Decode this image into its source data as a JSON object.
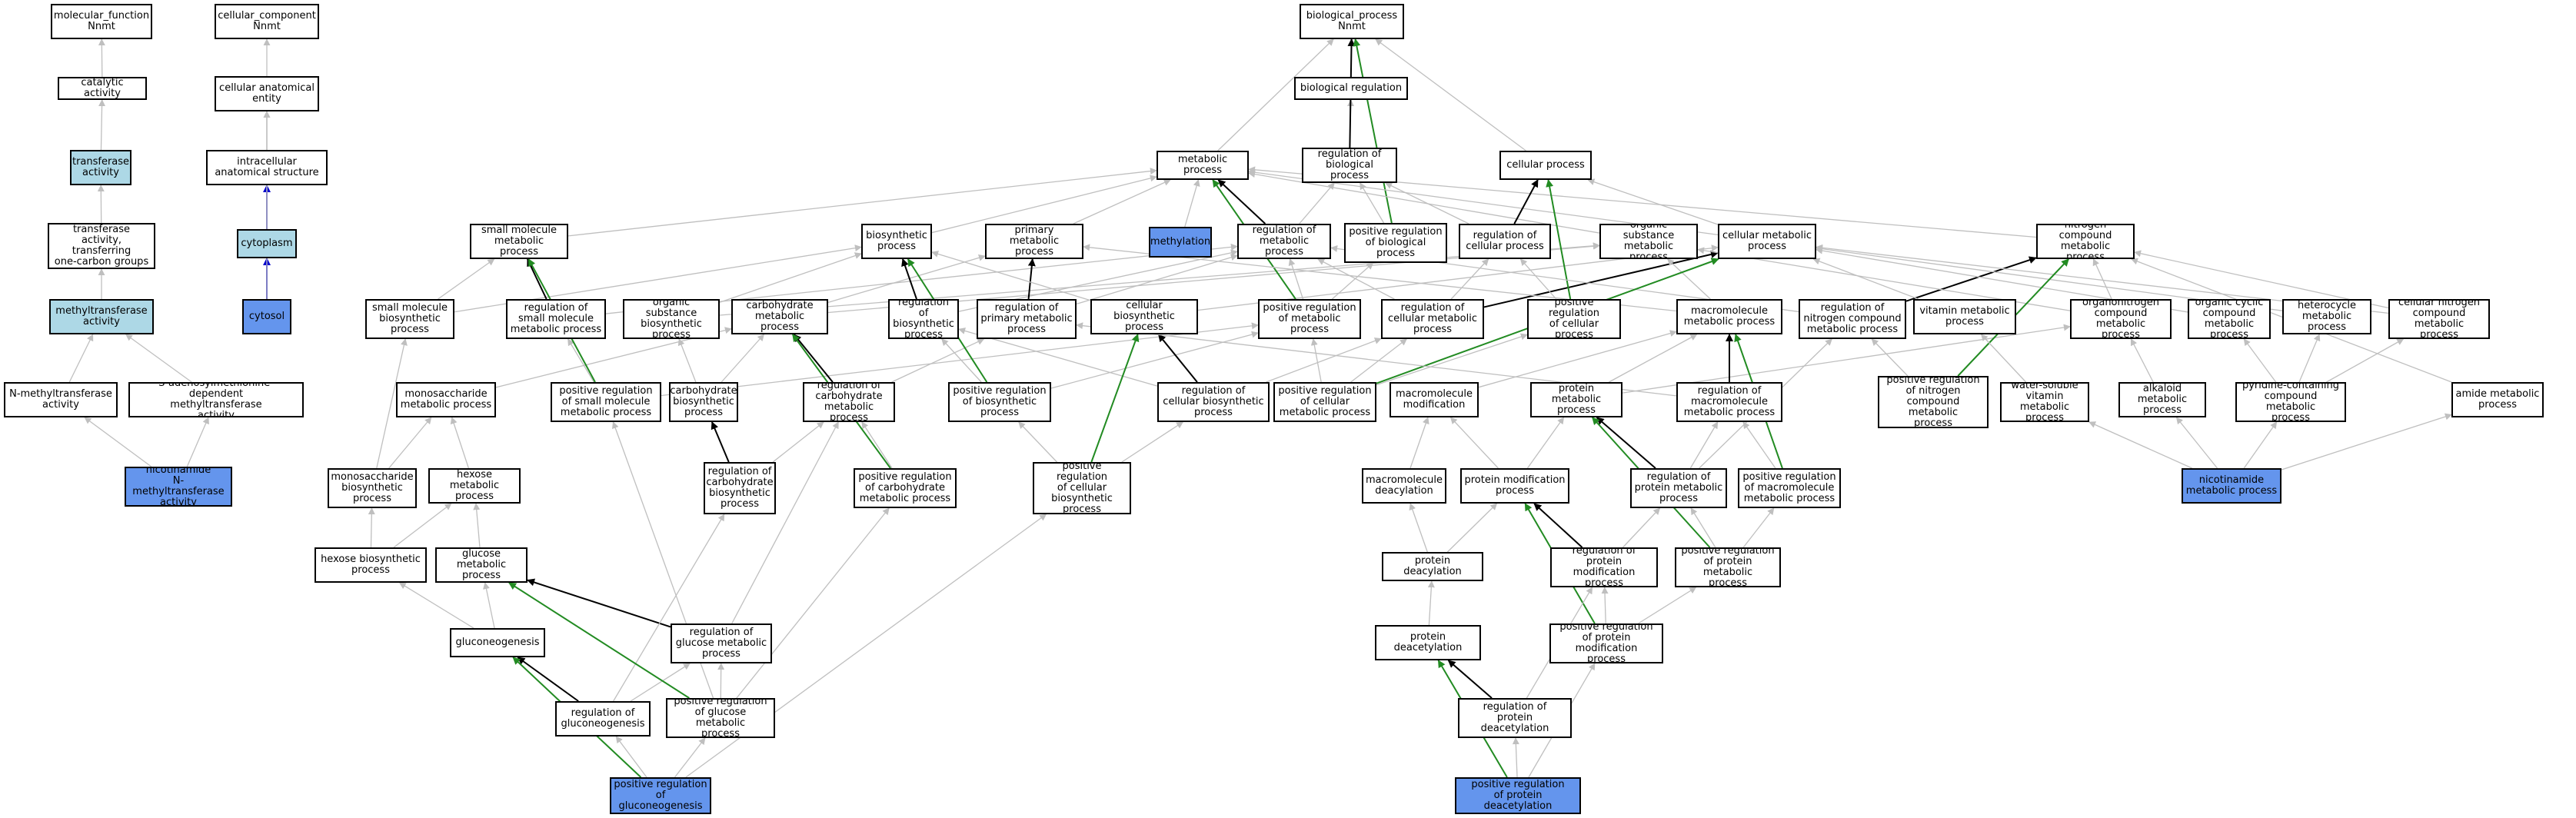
{
  "colors": {
    "gray": "#bfbfbf",
    "black": "#000000",
    "green": "#228b22",
    "blue": "#0000cc",
    "light": "#add8e6",
    "highlight": "#6495ed"
  },
  "nodes": [
    {
      "id": "mf",
      "label": "molecular_function\nNnmt"
    },
    {
      "id": "cc",
      "label": "cellular_component\nNnmt"
    },
    {
      "id": "cat",
      "label": "catalytic activity"
    },
    {
      "id": "cae",
      "label": "cellular anatomical\nentity"
    },
    {
      "id": "ta",
      "label": "transferase\nactivity",
      "style": "light"
    },
    {
      "id": "ias",
      "label": "intracellular\nanatomical structure"
    },
    {
      "id": "tatocg",
      "label": "transferase\nactivity, transferring\none-carbon groups"
    },
    {
      "id": "cyto",
      "label": "cytoplasm",
      "style": "light"
    },
    {
      "id": "mta",
      "label": "methyltransferase\nactivity",
      "style": "light"
    },
    {
      "id": "cytosol",
      "label": "cytosol",
      "style": "blue"
    },
    {
      "id": "nmta",
      "label": "N-methyltransferase\nactivity"
    },
    {
      "id": "samdmta",
      "label": "S-adenosylmethionine-dependent\nmethyltransferase\nactivity"
    },
    {
      "id": "nnmta",
      "label": "nicotinamide\nN-methyltransferase\nactivity",
      "style": "blue"
    },
    {
      "id": "bp",
      "label": "biological_process\nNnmt"
    },
    {
      "id": "breg",
      "label": "biological regulation"
    },
    {
      "id": "metp",
      "label": "metabolic process"
    },
    {
      "id": "rbp",
      "label": "regulation of\nbiological process"
    },
    {
      "id": "cellp",
      "label": "cellular process"
    },
    {
      "id": "smmp",
      "label": "small molecule\nmetabolic process"
    },
    {
      "id": "biosp",
      "label": "biosynthetic\nprocess"
    },
    {
      "id": "pmp",
      "label": "primary metabolic\nprocess"
    },
    {
      "id": "methyl",
      "label": "methylation",
      "style": "blue"
    },
    {
      "id": "rmp",
      "label": "regulation of\nmetabolic process"
    },
    {
      "id": "prbp",
      "label": "positive regulation\nof biological\nprocess"
    },
    {
      "id": "rcp",
      "label": "regulation of\ncellular process"
    },
    {
      "id": "osmp",
      "label": "organic substance\nmetabolic process"
    },
    {
      "id": "cmp",
      "label": "cellular metabolic\nprocess"
    },
    {
      "id": "ncmp",
      "label": "nitrogen compound\nmetabolic process"
    },
    {
      "id": "smbp",
      "label": "small molecule\nbiosynthetic\nprocess"
    },
    {
      "id": "rsmmp",
      "label": "regulation of\nsmall molecule\nmetabolic process"
    },
    {
      "id": "osbp",
      "label": "organic substance\nbiosynthetic\nprocess"
    },
    {
      "id": "carbmp",
      "label": "carbohydrate\nmetabolic process"
    },
    {
      "id": "rbiosp",
      "label": "regulation of\nbiosynthetic\nprocess"
    },
    {
      "id": "rpmp",
      "label": "regulation of\nprimary metabolic\nprocess"
    },
    {
      "id": "cbiosp",
      "label": "cellular biosynthetic\nprocess"
    },
    {
      "id": "prmp",
      "label": "positive regulation\nof metabolic\nprocess"
    },
    {
      "id": "rcmp",
      "label": "regulation of\ncellular metabolic\nprocess"
    },
    {
      "id": "prcp",
      "label": "positive regulation\nof cellular\nprocess"
    },
    {
      "id": "macmp",
      "label": "macromolecule\nmetabolic process"
    },
    {
      "id": "rncmp",
      "label": "regulation of\nnitrogen compound\nmetabolic process"
    },
    {
      "id": "vitmp",
      "label": "vitamin metabolic\nprocess"
    },
    {
      "id": "oncmp",
      "label": "organonitrogen\ncompound metabolic\nprocess"
    },
    {
      "id": "occmp",
      "label": "organic cyclic\ncompound metabolic\nprocess"
    },
    {
      "id": "hetmp",
      "label": "heterocycle\nmetabolic process"
    },
    {
      "id": "cncmp",
      "label": "cellular nitrogen\ncompound metabolic\nprocess"
    },
    {
      "id": "monomp",
      "label": "monosaccharide\nmetabolic process"
    },
    {
      "id": "prsmmp",
      "label": "positive regulation\nof small molecule\nmetabolic process"
    },
    {
      "id": "carbbp",
      "label": "carbohydrate\nbiosynthetic\nprocess"
    },
    {
      "id": "rcarbmp",
      "label": "regulation of\ncarbohydrate\nmetabolic process"
    },
    {
      "id": "prbiosp",
      "label": "positive regulation\nof biosynthetic\nprocess"
    },
    {
      "id": "rcbiosp",
      "label": "regulation of\ncellular biosynthetic\nprocess"
    },
    {
      "id": "prcmp",
      "label": "positive regulation\nof cellular\nmetabolic process"
    },
    {
      "id": "macmod",
      "label": "macromolecule\nmodification"
    },
    {
      "id": "protmp",
      "label": "protein metabolic\nprocess"
    },
    {
      "id": "rmacmp",
      "label": "regulation of\nmacromolecule\nmetabolic process"
    },
    {
      "id": "prncmp",
      "label": "positive regulation\nof nitrogen\ncompound metabolic\nprocess"
    },
    {
      "id": "wsvmp",
      "label": "water-soluble\nvitamin metabolic\nprocess"
    },
    {
      "id": "alkmp",
      "label": "alkaloid metabolic\nprocess"
    },
    {
      "id": "pyrmp",
      "label": "pyridine-containing\ncompound metabolic\nprocess"
    },
    {
      "id": "amidemp",
      "label": "amide metabolic\nprocess"
    },
    {
      "id": "monobp",
      "label": "monosaccharide\nbiosynthetic\nprocess"
    },
    {
      "id": "hexmp",
      "label": "hexose metabolic\nprocess"
    },
    {
      "id": "rcarbbp",
      "label": "regulation of\ncarbohydrate\nbiosynthetic\nprocess"
    },
    {
      "id": "prcarbmp",
      "label": "positive regulation\nof carbohydrate\nmetabolic process"
    },
    {
      "id": "prcbiosp",
      "label": "positive regulation\nof cellular\nbiosynthetic\nprocess"
    },
    {
      "id": "macdeac",
      "label": "macromolecule\ndeacylation"
    },
    {
      "id": "protmod",
      "label": "protein modification\nprocess"
    },
    {
      "id": "rprotmp",
      "label": "regulation of\nprotein metabolic\nprocess"
    },
    {
      "id": "prmacmp",
      "label": "positive regulation\nof macromolecule\nmetabolic process"
    },
    {
      "id": "nicmp",
      "label": "nicotinamide\nmetabolic process",
      "style": "blue"
    },
    {
      "id": "hexbp",
      "label": "hexose biosynthetic\nprocess"
    },
    {
      "id": "glucmp",
      "label": "glucose metabolic\nprocess"
    },
    {
      "id": "protdeac",
      "label": "protein deacylation"
    },
    {
      "id": "rprotmod",
      "label": "regulation of\nprotein modification\nprocess"
    },
    {
      "id": "prprotmp",
      "label": "positive regulation\nof protein metabolic\nprocess"
    },
    {
      "id": "glucneo",
      "label": "gluconeogenesis"
    },
    {
      "id": "rglucmp",
      "label": "regulation of\nglucose metabolic\nprocess"
    },
    {
      "id": "protdeacet",
      "label": "protein deacetylation"
    },
    {
      "id": "prprotmod",
      "label": "positive regulation\nof protein modification\nprocess"
    },
    {
      "id": "rgluconeo",
      "label": "regulation of\ngluconeogenesis"
    },
    {
      "id": "prglucmp",
      "label": "positive regulation\nof glucose metabolic\nprocess"
    },
    {
      "id": "rprotdeac",
      "label": "regulation of\nprotein deacetylation"
    },
    {
      "id": "prgluconeo",
      "label": "positive regulation\nof gluconeogenesis",
      "style": "blue"
    },
    {
      "id": "prprotdeac",
      "label": "positive regulation\nof protein deacetylation",
      "style": "blue"
    }
  ],
  "edges": [
    [
      "cat",
      "mf",
      "gray"
    ],
    [
      "ta",
      "cat",
      "gray"
    ],
    [
      "tatocg",
      "ta",
      "gray"
    ],
    [
      "mta",
      "tatocg",
      "gray"
    ],
    [
      "nmta",
      "mta",
      "gray"
    ],
    [
      "samdmta",
      "mta",
      "gray"
    ],
    [
      "nnmta",
      "nmta",
      "gray"
    ],
    [
      "nnmta",
      "samdmta",
      "gray"
    ],
    [
      "cae",
      "cc",
      "gray"
    ],
    [
      "ias",
      "cae",
      "gray"
    ],
    [
      "cyto",
      "ias",
      "blue"
    ],
    [
      "cyto",
      "cae",
      "gray"
    ],
    [
      "cytosol",
      "cyto",
      "blue"
    ],
    [
      "cytosol",
      "cae",
      "gray"
    ],
    [
      "breg",
      "bp",
      "gray"
    ],
    [
      "metp",
      "bp",
      "gray"
    ],
    [
      "rbp",
      "breg",
      "gray"
    ],
    [
      "rbp",
      "bp",
      "black"
    ],
    [
      "cellp",
      "bp",
      "gray"
    ],
    [
      "prbp",
      "bp",
      "green"
    ],
    [
      "prbp",
      "rbp",
      "gray"
    ],
    [
      "smmp",
      "metp",
      "gray"
    ],
    [
      "methyl",
      "metp",
      "gray"
    ],
    [
      "rmp",
      "metp",
      "black"
    ],
    [
      "rmp",
      "rbp",
      "gray"
    ],
    [
      "pmp",
      "metp",
      "gray"
    ],
    [
      "biosp",
      "metp",
      "gray"
    ],
    [
      "osmp",
      "metp",
      "gray"
    ],
    [
      "cmp",
      "metp",
      "gray"
    ],
    [
      "cmp",
      "cellp",
      "gray"
    ],
    [
      "ncmp",
      "metp",
      "gray"
    ],
    [
      "rcp",
      "cellp",
      "black"
    ],
    [
      "rcp",
      "rbp",
      "gray"
    ],
    [
      "smbp",
      "smmp",
      "gray"
    ],
    [
      "smbp",
      "biosp",
      "gray"
    ],
    [
      "rsmmp",
      "smmp",
      "black"
    ],
    [
      "rsmmp",
      "rmp",
      "gray"
    ],
    [
      "osbp",
      "osmp",
      "gray"
    ],
    [
      "osbp",
      "biosp",
      "gray"
    ],
    [
      "carbmp",
      "pmp",
      "gray"
    ],
    [
      "carbmp",
      "osmp",
      "gray"
    ],
    [
      "rbiosp",
      "biosp",
      "black"
    ],
    [
      "rbiosp",
      "rmp",
      "gray"
    ],
    [
      "rpmp",
      "pmp",
      "black"
    ],
    [
      "rpmp",
      "rmp",
      "gray"
    ],
    [
      "cbiosp",
      "biosp",
      "gray"
    ],
    [
      "cbiosp",
      "cmp",
      "gray"
    ],
    [
      "prmp",
      "rmp",
      "gray"
    ],
    [
      "prmp",
      "metp",
      "green"
    ],
    [
      "prmp",
      "prbp",
      "gray"
    ],
    [
      "rcmp",
      "cmp",
      "black"
    ],
    [
      "rcmp",
      "rmp",
      "gray"
    ],
    [
      "rcmp",
      "rcp",
      "gray"
    ],
    [
      "prcp",
      "cellp",
      "green"
    ],
    [
      "prcp",
      "rcp",
      "gray"
    ],
    [
      "macmp",
      "pmp",
      "gray"
    ],
    [
      "macmp",
      "osmp",
      "gray"
    ],
    [
      "rncmp",
      "ncmp",
      "black"
    ],
    [
      "rncmp",
      "rmp",
      "gray"
    ],
    [
      "vitmp",
      "cmp",
      "gray"
    ],
    [
      "oncmp",
      "ncmp",
      "gray"
    ],
    [
      "oncmp",
      "osmp",
      "gray"
    ],
    [
      "occmp",
      "cmp",
      "gray"
    ],
    [
      "hetmp",
      "cmp",
      "gray"
    ],
    [
      "cncmp",
      "ncmp",
      "gray"
    ],
    [
      "cncmp",
      "cmp",
      "gray"
    ],
    [
      "monomp",
      "carbmp",
      "gray"
    ],
    [
      "prsmmp",
      "rsmmp",
      "gray"
    ],
    [
      "prsmmp",
      "smmp",
      "green"
    ],
    [
      "prsmmp",
      "prmp",
      "gray"
    ],
    [
      "carbbp",
      "carbmp",
      "gray"
    ],
    [
      "carbbp",
      "osbp",
      "gray"
    ],
    [
      "rcarbmp",
      "carbmp",
      "black"
    ],
    [
      "rcarbmp",
      "rpmp",
      "gray"
    ],
    [
      "prbiosp",
      "rbiosp",
      "gray"
    ],
    [
      "prbiosp",
      "biosp",
      "green"
    ],
    [
      "prbiosp",
      "prmp",
      "gray"
    ],
    [
      "rcbiosp",
      "cbiosp",
      "black"
    ],
    [
      "rcbiosp",
      "rbiosp",
      "gray"
    ],
    [
      "rcbiosp",
      "rcmp",
      "gray"
    ],
    [
      "prcmp",
      "rcmp",
      "gray"
    ],
    [
      "prcmp",
      "cmp",
      "green"
    ],
    [
      "prcmp",
      "prcp",
      "gray"
    ],
    [
      "prcmp",
      "prmp",
      "gray"
    ],
    [
      "macmod",
      "macmp",
      "gray"
    ],
    [
      "protmp",
      "macmp",
      "gray"
    ],
    [
      "protmp",
      "oncmp",
      "gray"
    ],
    [
      "rmacmp",
      "macmp",
      "black"
    ],
    [
      "rmacmp",
      "rpmp",
      "gray"
    ],
    [
      "prncmp",
      "ncmp",
      "green"
    ],
    [
      "prncmp",
      "rncmp",
      "gray"
    ],
    [
      "wsvmp",
      "vitmp",
      "gray"
    ],
    [
      "alkmp",
      "oncmp",
      "gray"
    ],
    [
      "pyrmp",
      "occmp",
      "gray"
    ],
    [
      "pyrmp",
      "hetmp",
      "gray"
    ],
    [
      "pyrmp",
      "cncmp",
      "gray"
    ],
    [
      "amidemp",
      "ncmp",
      "gray"
    ],
    [
      "monobp",
      "monomp",
      "gray"
    ],
    [
      "monobp",
      "smbp",
      "gray"
    ],
    [
      "hexmp",
      "monomp",
      "gray"
    ],
    [
      "rcarbbp",
      "carbbp",
      "black"
    ],
    [
      "rcarbbp",
      "rcarbmp",
      "gray"
    ],
    [
      "prcarbmp",
      "rcarbmp",
      "gray"
    ],
    [
      "prcarbmp",
      "carbmp",
      "green"
    ],
    [
      "prcbiosp",
      "cbiosp",
      "green"
    ],
    [
      "prcbiosp",
      "rcbiosp",
      "gray"
    ],
    [
      "prcbiosp",
      "prbiosp",
      "gray"
    ],
    [
      "macdeac",
      "macmod",
      "gray"
    ],
    [
      "protmod",
      "protmp",
      "gray"
    ],
    [
      "protmod",
      "macmod",
      "gray"
    ],
    [
      "rprotmp",
      "protmp",
      "black"
    ],
    [
      "rprotmp",
      "rmacmp",
      "gray"
    ],
    [
      "rprotmp",
      "rncmp",
      "gray"
    ],
    [
      "prmacmp",
      "rmacmp",
      "gray"
    ],
    [
      "prmacmp",
      "macmp",
      "green"
    ],
    [
      "nicmp",
      "wsvmp",
      "gray"
    ],
    [
      "nicmp",
      "alkmp",
      "gray"
    ],
    [
      "nicmp",
      "pyrmp",
      "gray"
    ],
    [
      "nicmp",
      "amidemp",
      "gray"
    ],
    [
      "hexbp",
      "monobp",
      "gray"
    ],
    [
      "hexbp",
      "hexmp",
      "gray"
    ],
    [
      "glucmp",
      "hexmp",
      "gray"
    ],
    [
      "protdeac",
      "macdeac",
      "gray"
    ],
    [
      "protdeac",
      "protmod",
      "gray"
    ],
    [
      "rprotmod",
      "protmod",
      "black"
    ],
    [
      "rprotmod",
      "rprotmp",
      "gray"
    ],
    [
      "prprotmp",
      "rprotmp",
      "gray"
    ],
    [
      "prprotmp",
      "protmp",
      "green"
    ],
    [
      "prprotmp",
      "prmacmp",
      "gray"
    ],
    [
      "glucneo",
      "hexbp",
      "gray"
    ],
    [
      "glucneo",
      "glucmp",
      "gray"
    ],
    [
      "rglucmp",
      "glucmp",
      "black"
    ],
    [
      "rglucmp",
      "rcarbmp",
      "gray"
    ],
    [
      "protdeacet",
      "protdeac",
      "gray"
    ],
    [
      "prprotmod",
      "rprotmod",
      "gray"
    ],
    [
      "prprotmod",
      "protmod",
      "green"
    ],
    [
      "prprotmod",
      "prprotmp",
      "gray"
    ],
    [
      "rgluconeo",
      "glucneo",
      "black"
    ],
    [
      "rgluconeo",
      "rglucmp",
      "gray"
    ],
    [
      "rgluconeo",
      "rcarbbp",
      "gray"
    ],
    [
      "prglucmp",
      "rglucmp",
      "gray"
    ],
    [
      "prglucmp",
      "glucmp",
      "green"
    ],
    [
      "prglucmp",
      "prcarbmp",
      "gray"
    ],
    [
      "prglucmp",
      "prsmmp",
      "gray"
    ],
    [
      "rprotdeac",
      "protdeacet",
      "black"
    ],
    [
      "rprotdeac",
      "rprotmod",
      "gray"
    ],
    [
      "prgluconeo",
      "glucneo",
      "green"
    ],
    [
      "prgluconeo",
      "rgluconeo",
      "gray"
    ],
    [
      "prgluconeo",
      "prglucmp",
      "gray"
    ],
    [
      "prgluconeo",
      "prcbiosp",
      "gray"
    ],
    [
      "prprotdeac",
      "protdeacet",
      "green"
    ],
    [
      "prprotdeac",
      "rprotdeac",
      "gray"
    ],
    [
      "prprotdeac",
      "prprotmod",
      "gray"
    ]
  ]
}
